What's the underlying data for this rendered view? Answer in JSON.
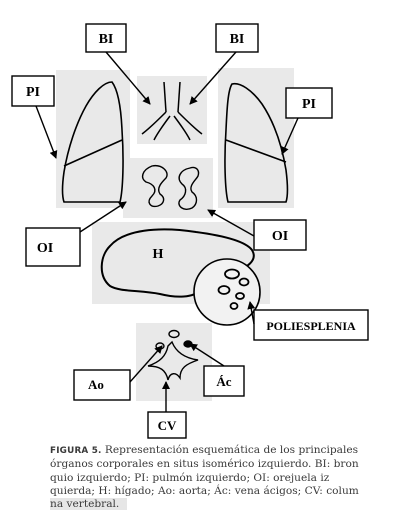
{
  "labels": {
    "bi_left": "BI",
    "bi_right": "BI",
    "pi_left": "PI",
    "pi_right": "PI",
    "oi_left": "OI",
    "oi_right": "OI",
    "h": "H",
    "poliesplenia": "POLIESPLENIA",
    "ao": "Ao",
    "ac": "Ác",
    "cv": "CV"
  },
  "caption": {
    "label": "FIGURA 5.",
    "line1": " Representación esquemática de los principales",
    "line2": "órganos corporales en situs isomérico izquierdo. BI: bron",
    "line3": "quio izquierdo; PI: pulmón izquierdo; OI: orejuela iz",
    "line4": "quierda; H: hígado; Ao: aorta; Ác: vena ácigos; CV: colum",
    "line5": "na vertebral."
  }
}
